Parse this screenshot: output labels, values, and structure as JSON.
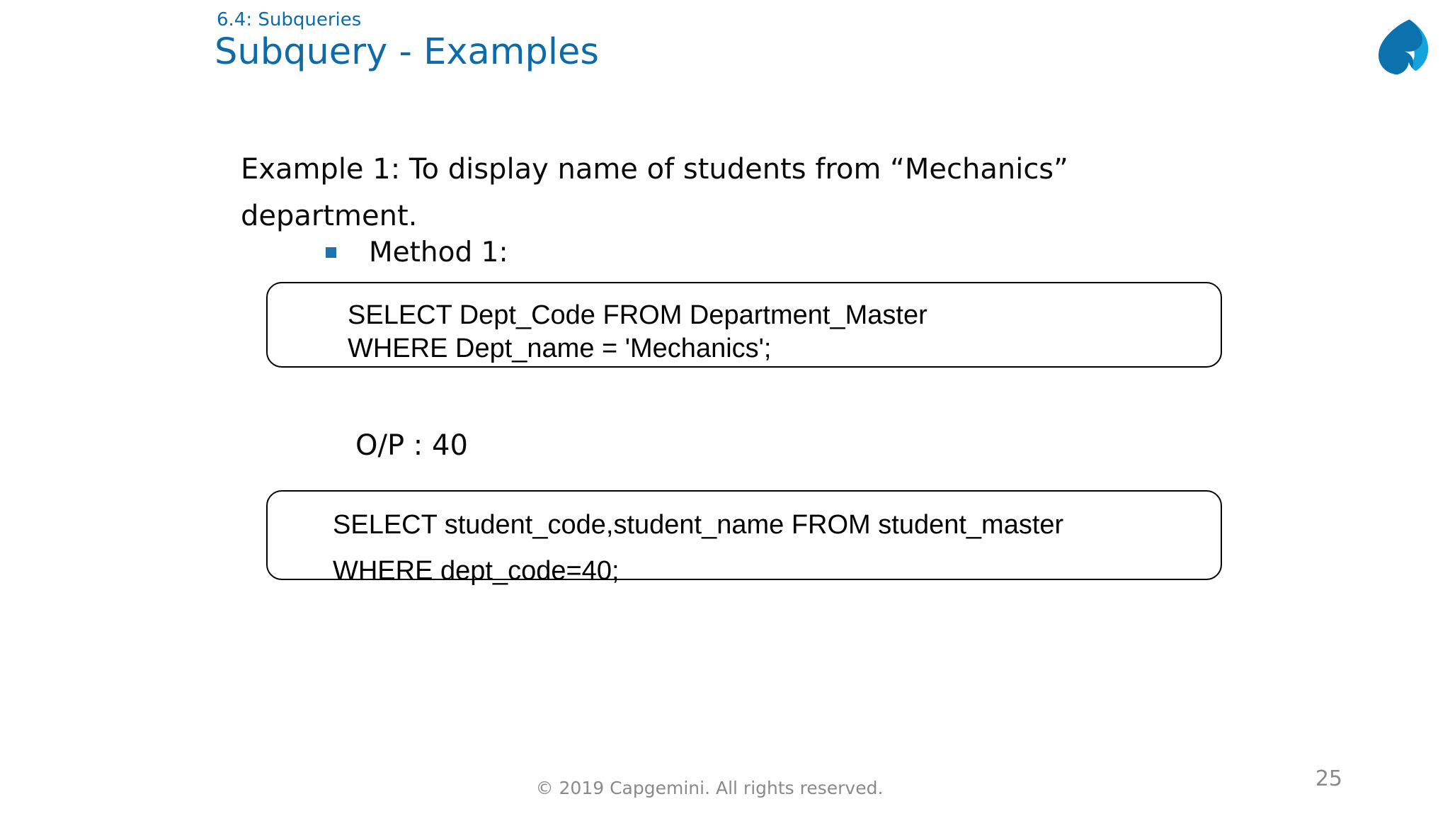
{
  "colors": {
    "accent": "#0F6BA8",
    "bullet": "#1F72B0",
    "logo_dark": "#0B72AE",
    "logo_light": "#14A3DB",
    "text": "#0A0A0A",
    "muted": "#8A8A8A",
    "box_border": "#000000"
  },
  "header": {
    "section": "6.4: Subqueries",
    "title": "Subquery - Examples",
    "logo": "capgemini-spade-logo"
  },
  "content": {
    "example_text": "Example 1: To display name of students from “Mechanics” department.",
    "method_label": "Method 1:",
    "sql_box_1": {
      "lines": [
        "SELECT Dept_Code FROM Department_Master",
        "WHERE Dept_name = 'Mechanics';"
      ]
    },
    "output_text": "O/P : 40",
    "sql_box_2": {
      "lines": [
        "SELECT student_code,student_name FROM student_master",
        "WHERE dept_code=40;"
      ]
    }
  },
  "footer": {
    "copyright": "© 2019 Capgemini. All rights reserved.",
    "page_number": "25"
  }
}
